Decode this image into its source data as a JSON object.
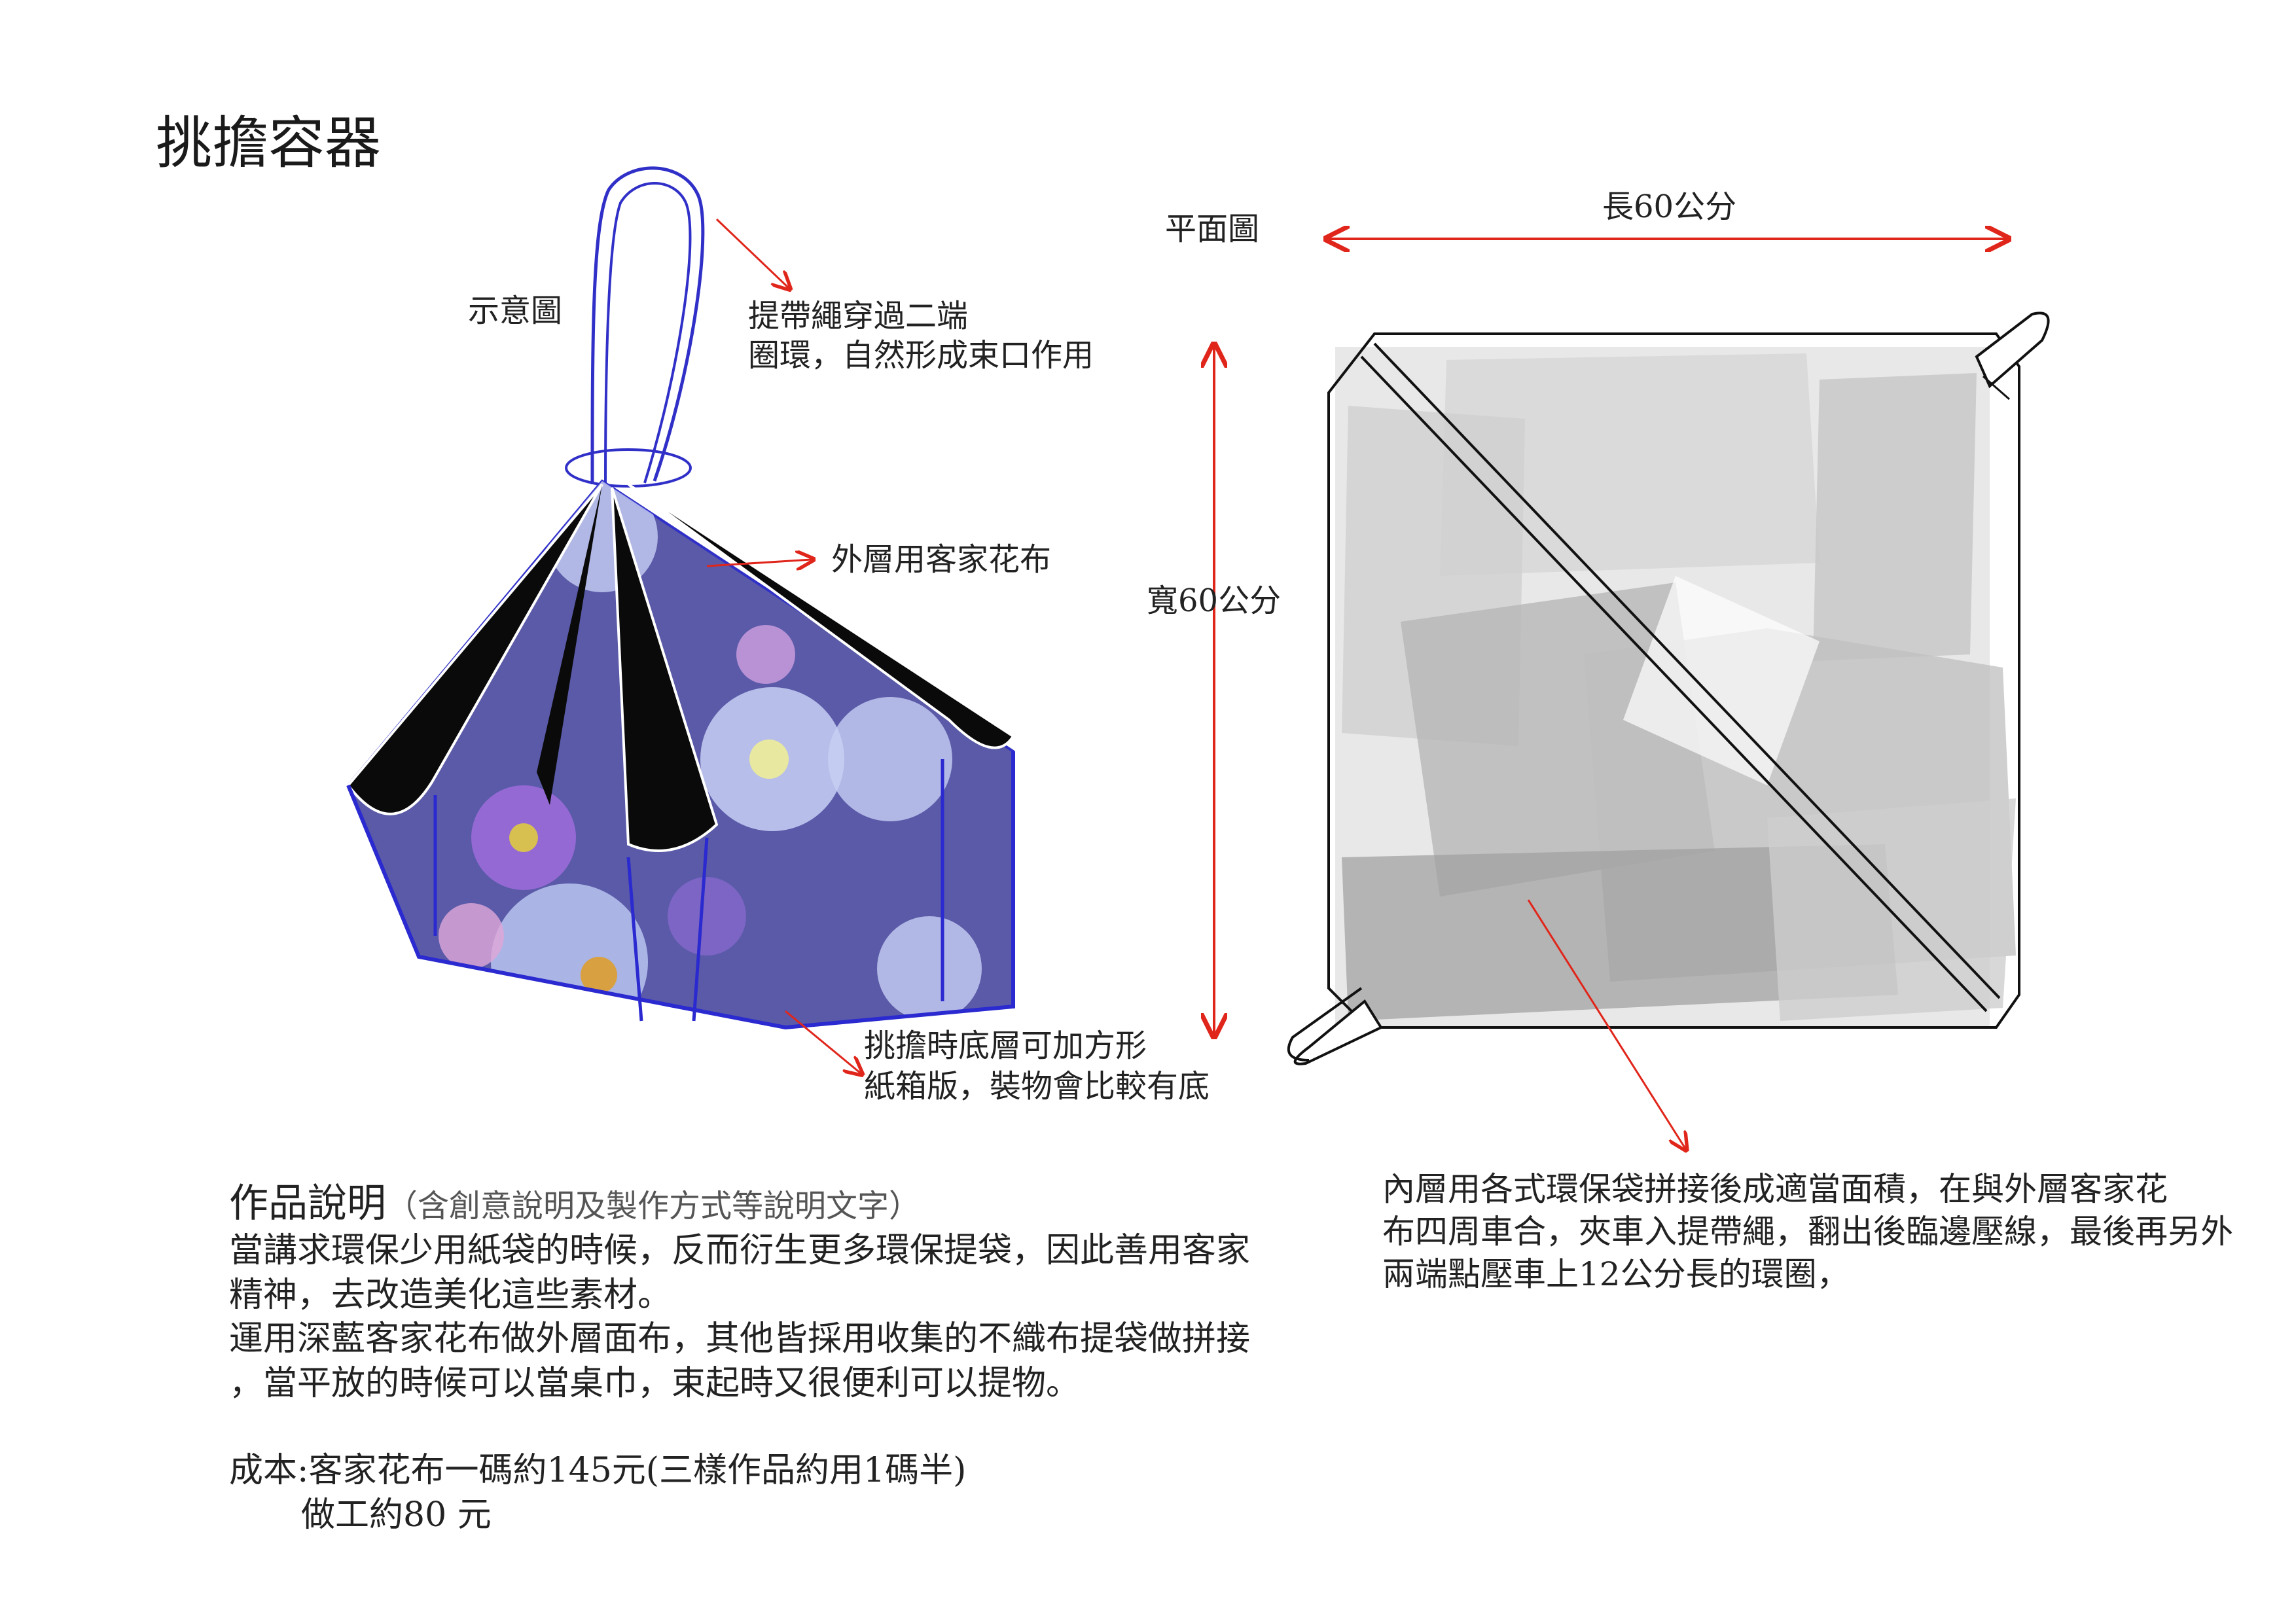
{
  "title": "挑擔容器",
  "left_diagram": {
    "label": "示意圖",
    "callouts": {
      "strap": [
        "提帶繩穿過二端",
        "圈環，自然形成束口作用"
      ],
      "outer": "外層用客家花布",
      "bottom": [
        "挑擔時底層可加方形",
        "紙箱版，裝物會比較有底"
      ]
    }
  },
  "plan_view": {
    "label": "平面圖",
    "length": "長60公分",
    "width": "寬60公分",
    "note": [
      "內層用各式環保袋拼接後成適當面積，在與外層客家花",
      "布四周車合，夾車入提帶繩，翻出後臨邊壓線，最後再另外",
      "兩端點壓車上12公分長的環圈，"
    ]
  },
  "description": {
    "heading": "作品說明",
    "heading_note": "（含創意說明及製作方式等說明文字）",
    "lines": [
      "當講求環保少用紙袋的時候，反而衍生更多環保提袋，因此善用客家",
      "精神，去改造美化這些素材。",
      "運用深藍客家花布做外層面布，其他皆採用收集的不織布提袋做拼接",
      "，當平放的時候可以當桌巾，束起時又很便利可以提物。"
    ],
    "cost_label": "成本:客家花布一碼約145元(三樣作品約用1碼半)",
    "labor_label": "做工約80 元"
  },
  "colors": {
    "arrow": "#e0261b",
    "outline": "#2a2ad0",
    "fabric": "#4a4a9a"
  }
}
